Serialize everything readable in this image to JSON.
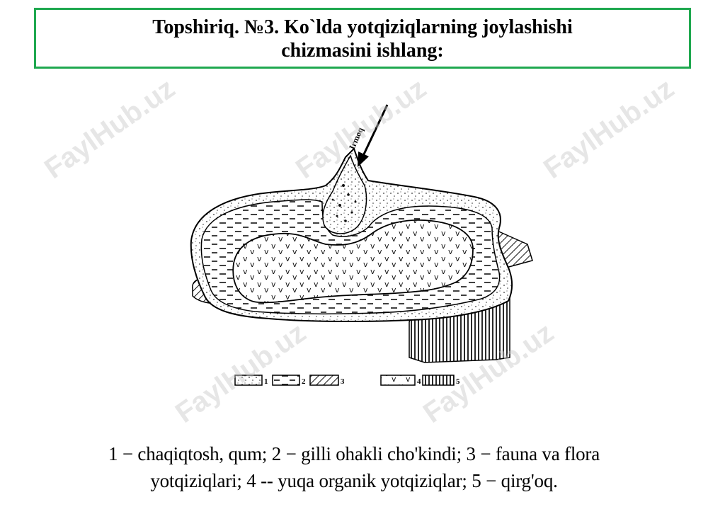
{
  "title": {
    "line1": "Topshiriq. №3. Ko`lda yotqiziqlarning joylashishi",
    "line2": "chizmasini ishlang:"
  },
  "diagram": {
    "arrow_label": "Irmoq",
    "legend": [
      "1",
      "2",
      "3",
      "4",
      "5"
    ]
  },
  "caption": {
    "line1": "1 − chaqiqtosh, qum; 2 − gilli ohakli cho'kindi; 3 − fauna va flora",
    "line2": "yotqiziqlari; 4 -- yuqa organik yotqiziqlar; 5 − qirg'oq."
  },
  "watermark": "FaylHub.uz",
  "colors": {
    "title_border": "#1fa84f"
  }
}
